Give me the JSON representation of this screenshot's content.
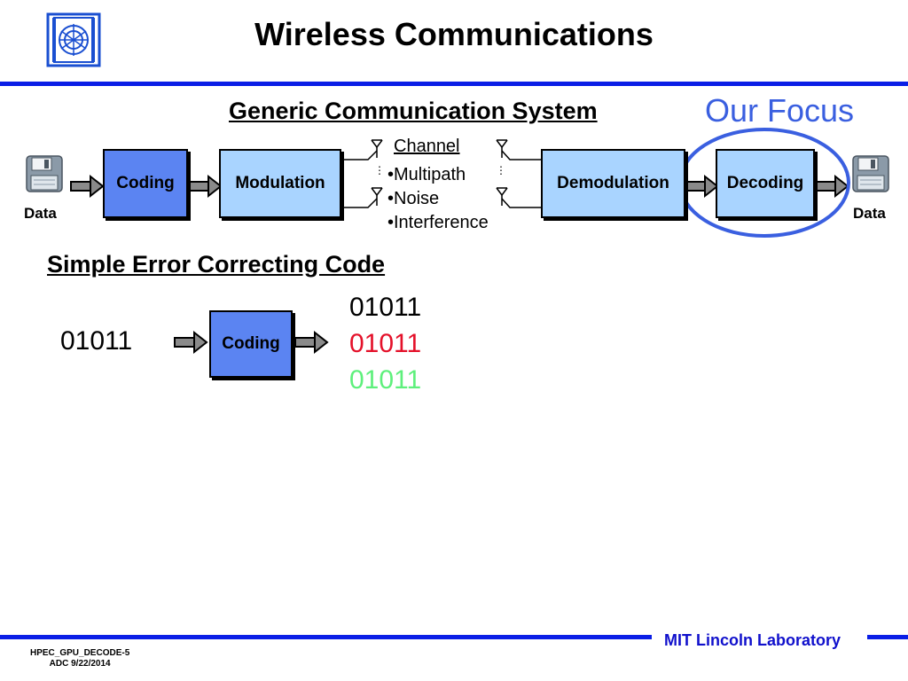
{
  "title": "Wireless Communications",
  "generic_heading": "Generic Communication System",
  "focus_label": "Our Focus",
  "system": {
    "data_in_label": "Data",
    "coding": "Coding",
    "modulation": "Modulation",
    "channel_title": "Channel",
    "channel_items": [
      "•Multipath",
      "•Noise",
      "•Interference"
    ],
    "demodulation": "Demodulation",
    "decoding": "Decoding",
    "data_out_label": "Data"
  },
  "ecc": {
    "heading": "Simple Error Correcting Code",
    "input_bits": "01011",
    "coding": "Coding",
    "output_bits": [
      "01011",
      "01011",
      "01011"
    ]
  },
  "footer": {
    "lab": "MIT Lincoln Laboratory",
    "slide_id": "HPEC_GPU_DECODE-5",
    "author_date": "ADC 9/22/2014"
  },
  "colors": {
    "rule_blue": "#0a1ee6",
    "box_dark": "#5b84f2",
    "box_light": "#a9d4ff",
    "focus_blue": "#3a5fe0",
    "bit_red": "#e4112a",
    "bit_green": "#5ef07c",
    "footer_text": "#1010cc"
  },
  "icons": [
    "floppy-disk-icon",
    "antenna-icon",
    "arrow-right-icon",
    "mit-ll-logo"
  ]
}
